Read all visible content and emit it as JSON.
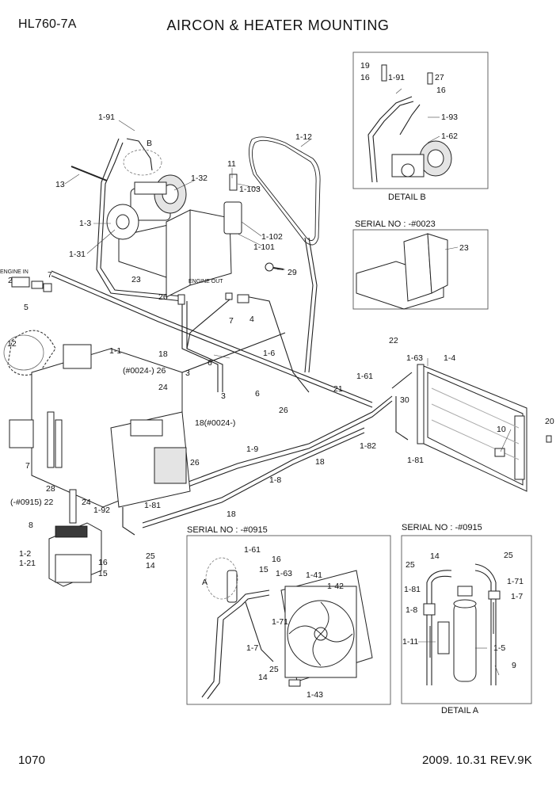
{
  "header": {
    "model": "HL760-7A",
    "title": "AIRCON & HEATER MOUNTING"
  },
  "footer": {
    "page": "1070",
    "revision": "2009. 10.31  REV.9K"
  },
  "details": {
    "detail_b": "DETAIL B",
    "detail_a": "DETAIL A",
    "serial_23": "SERIAL NO : -#0023",
    "serial_cond": "SERIAL NO : -#0915",
    "serial_detail_a": "SERIAL NO : -#0915"
  },
  "notes": {
    "engine_in": "ENGINE IN",
    "engine_out": "ENGINE OUT",
    "b_marker": "B",
    "a_marker": "A"
  },
  "callouts": {
    "c_1_91_top": "1-91",
    "c_b": "B",
    "c_13": "13",
    "c_1_32": "1-32",
    "c_11": "11",
    "c_1_103": "1-103",
    "c_1_12": "1-12",
    "c_1_3": "1-3",
    "c_1_102": "1-102",
    "c_1_101": "1-101",
    "c_1_31": "1-31",
    "c_23_main": "23",
    "c_29": "29",
    "c_7_a": "7",
    "c_2": "2",
    "c_5": "5",
    "c_26_a": "26",
    "c_7_b": "7",
    "c_4": "4",
    "c_12": "12",
    "c_1_1": "1-1",
    "c_18_a": "18",
    "c_0024_26": "(#0024-) 26",
    "c_3_a": "3",
    "c_6_a": "6",
    "c_24_a": "24",
    "c_3_b": "3",
    "c_18_0024": "18(#0024-)",
    "c_1_6": "1-6",
    "c_6_b": "6",
    "c_26_b": "26",
    "c_7_c": "7",
    "c_1_9": "1-9",
    "c_18_b": "18",
    "c_26_c": "26",
    "c_1_8": "1-8",
    "c_28": "28",
    "c_0915_22": "(-#0915) 22",
    "c_24_b": "24",
    "c_1_92": "1-92",
    "c_1_81_main": "1-81",
    "c_18_c": "18",
    "c_8": "8",
    "c_1_2": "1-2",
    "c_1_21": "1-21",
    "c_16_main": "16",
    "c_25_main": "25",
    "c_15_main": "15",
    "c_14_main": "14",
    "c_22": "22",
    "c_1_63_main": "1-63",
    "c_1_4": "1-4",
    "c_1_61_main": "1-61",
    "c_21": "21",
    "c_30": "30",
    "c_1_82": "1-82",
    "c_1_81_b": "1-81",
    "c_10": "10",
    "c_20": "20",
    "c_19": "19",
    "c_16_b1": "16",
    "c_1_91_b": "1-91",
    "c_27": "27",
    "c_16_b2": "16",
    "c_1_93": "1-93",
    "c_1_62": "1-62",
    "c_23_serial": "23",
    "c_1_61_s": "1-61",
    "c_16_s": "16",
    "c_15_s": "15",
    "c_1_63_s": "1-63",
    "c_1_41": "1-41",
    "c_1_42": "1-42",
    "c_1_71_s": "1-71",
    "c_1_7_s": "1-7",
    "c_25_s": "25",
    "c_14_s": "14",
    "c_1_43": "1-43",
    "c_14_a": "14",
    "c_25_a1": "25",
    "c_25_a2": "25",
    "c_1_71_a": "1-71",
    "c_1_81_a": "1-81",
    "c_1_7_a": "1-7",
    "c_1_8_a": "1-8",
    "c_1_11": "1-11",
    "c_1_5": "1-5",
    "c_9": "9"
  }
}
